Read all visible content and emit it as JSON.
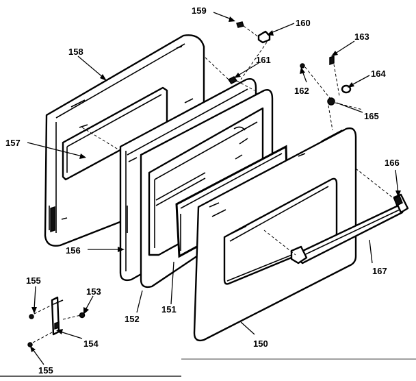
{
  "diagram": {
    "callouts": [
      {
        "id": "c158",
        "label": "158"
      },
      {
        "id": "c157",
        "label": "157"
      },
      {
        "id": "c159",
        "label": "159"
      },
      {
        "id": "c160",
        "label": "160"
      },
      {
        "id": "c161",
        "label": "161"
      },
      {
        "id": "c162",
        "label": "162"
      },
      {
        "id": "c163",
        "label": "163"
      },
      {
        "id": "c164",
        "label": "164"
      },
      {
        "id": "c165",
        "label": "165"
      },
      {
        "id": "c166",
        "label": "166"
      },
      {
        "id": "c167",
        "label": "167"
      },
      {
        "id": "c156",
        "label": "156"
      },
      {
        "id": "c155a",
        "label": "155"
      },
      {
        "id": "c153",
        "label": "153"
      },
      {
        "id": "c154",
        "label": "154"
      },
      {
        "id": "c155b",
        "label": "155"
      },
      {
        "id": "c152",
        "label": "152"
      },
      {
        "id": "c151",
        "label": "151"
      },
      {
        "id": "c150",
        "label": "150"
      }
    ]
  }
}
